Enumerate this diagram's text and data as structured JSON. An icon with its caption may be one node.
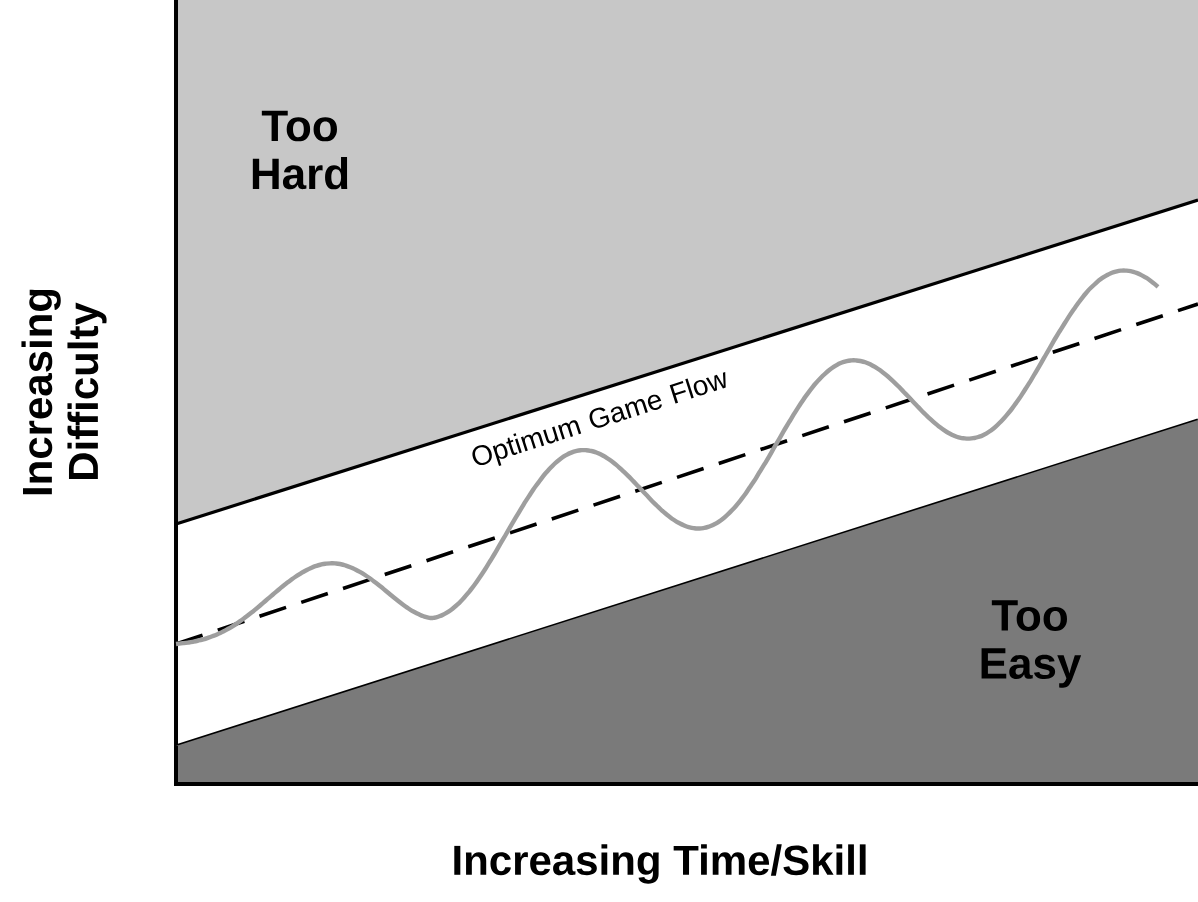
{
  "diagram": {
    "nodes": [
      {
        "text": [
          "Too Hard"
        ]
      },
      {
        "text": [
          "Optimum Game Flow"
        ]
      },
      {
        "text": [
          "Too Easy"
        ]
      }
    ],
    "labels": [
      "Increasing Difficulty",
      "Increasing Time/Skill"
    ]
  }
}
